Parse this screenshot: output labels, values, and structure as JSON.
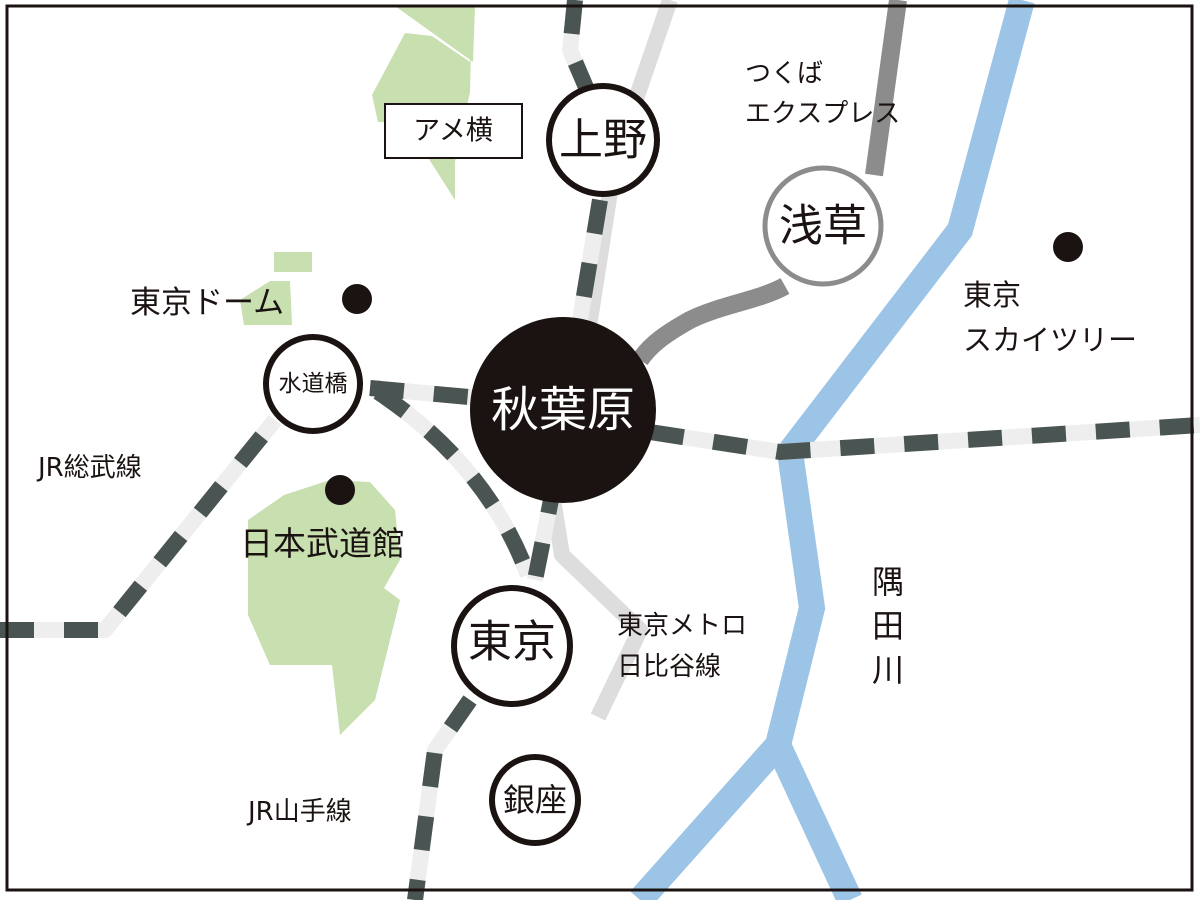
{
  "map": {
    "colors": {
      "park": "#c8dfb0",
      "river": "#9cc4e6",
      "jr_base": "#eeeeee",
      "jr_dash": "#4a5452",
      "tx_line": "#8c8c8c",
      "metro_line": "#dddddd",
      "station_stroke": "#1a1311",
      "hub_fill": "#1a1311",
      "hub_text": "#ffffff",
      "frame": "#1a1311"
    },
    "stations": {
      "akihabara": "秋葉原",
      "ueno": "上野",
      "asakusa": "浅草",
      "suidobashi": "水道橋",
      "tokyo": "東京",
      "ginza": "銀座"
    },
    "landmarks": {
      "ameyoko": "アメ横",
      "tokyo_dome": "東京ドーム",
      "budokan": "日本武道館",
      "skytree_line1": "東京",
      "skytree_line2": "スカイツリー"
    },
    "lines": {
      "sobu": "JR総武線",
      "yamanote": "JR山手線",
      "tx_line1": "つくば",
      "tx_line2": "エクスプレス",
      "hibiya_line1": "東京メトロ",
      "hibiya_line2": "日比谷線"
    },
    "river": {
      "char1": "隅",
      "char2": "田",
      "char3": "川"
    }
  }
}
